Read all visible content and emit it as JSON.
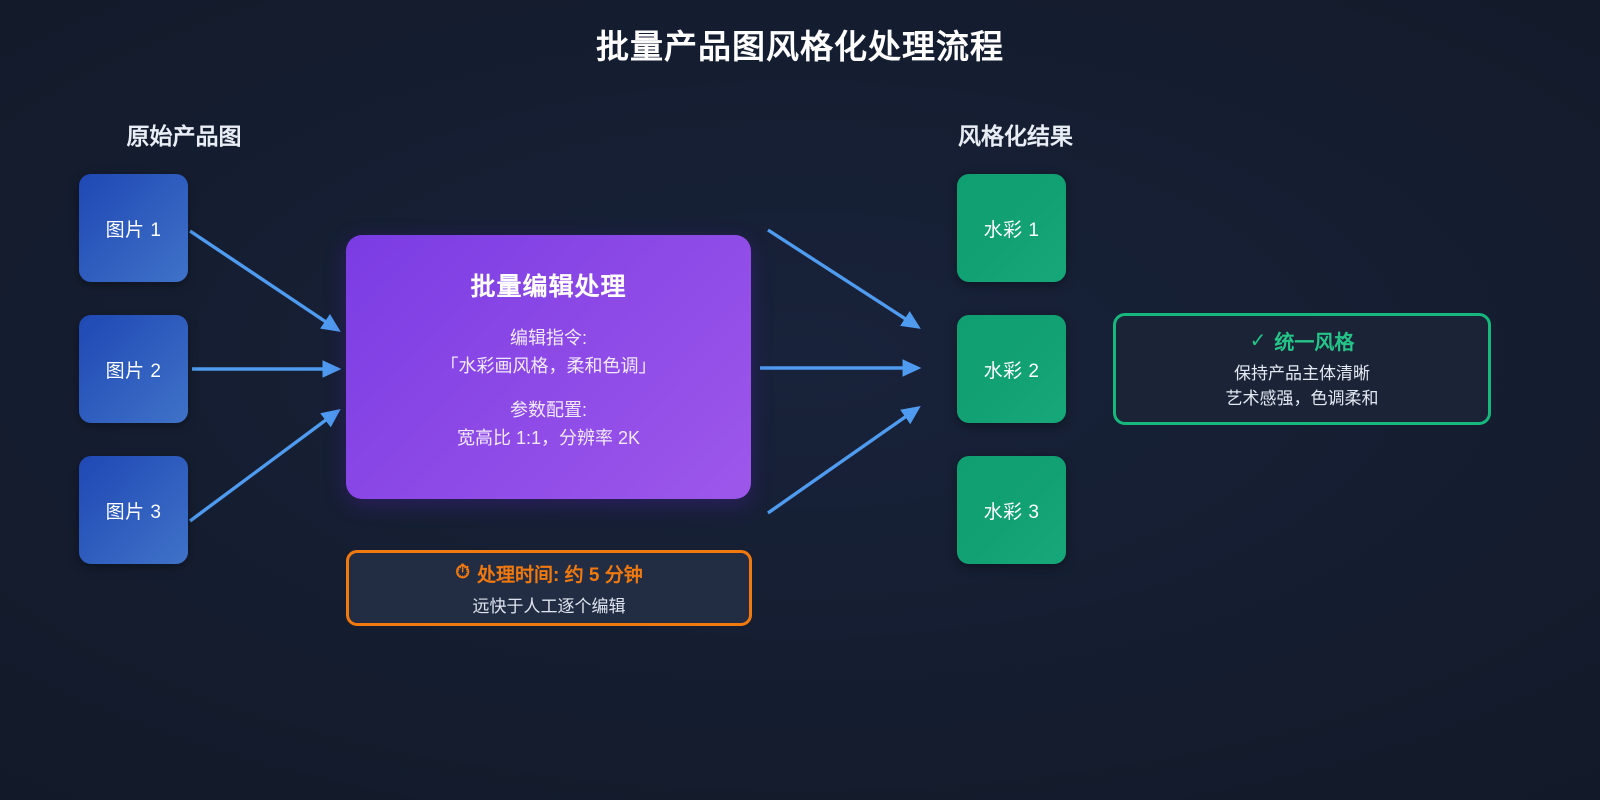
{
  "title": "批量产品图风格化处理流程",
  "columns": {
    "left_header": "原始产品图",
    "right_header": "风格化结果"
  },
  "sources": [
    {
      "label": "图片 1"
    },
    {
      "label": "图片 2"
    },
    {
      "label": "图片 3"
    }
  ],
  "results": [
    {
      "label": "水彩 1"
    },
    {
      "label": "水彩 2"
    },
    {
      "label": "水彩 3"
    }
  ],
  "processor": {
    "title": "批量编辑处理",
    "instruction_label": "编辑指令:",
    "instruction_value": "「水彩画风格，柔和色调」",
    "params_label": "参数配置:",
    "params_value": "宽高比 1:1，分辨率 2K"
  },
  "time_note": {
    "icon": "stopwatch-icon",
    "icon_glyph": "⏱",
    "heading": "处理时间: 约 5 分钟",
    "subtext": "远快于人工逐个编辑"
  },
  "callout": {
    "icon": "check-icon",
    "icon_glyph": "✓",
    "heading": "统一风格",
    "line1": "保持产品主体清晰",
    "line2": "艺术感强，色调柔和"
  },
  "colors": {
    "background": "#131b2b",
    "source_box": "#2f5dbe",
    "processor": "#8b48e6",
    "result_box": "#12a173",
    "arrow": "#4f9bf0",
    "time_accent": "#f2790d",
    "callout_accent": "#16b87c",
    "title_text": "#ffffff"
  }
}
